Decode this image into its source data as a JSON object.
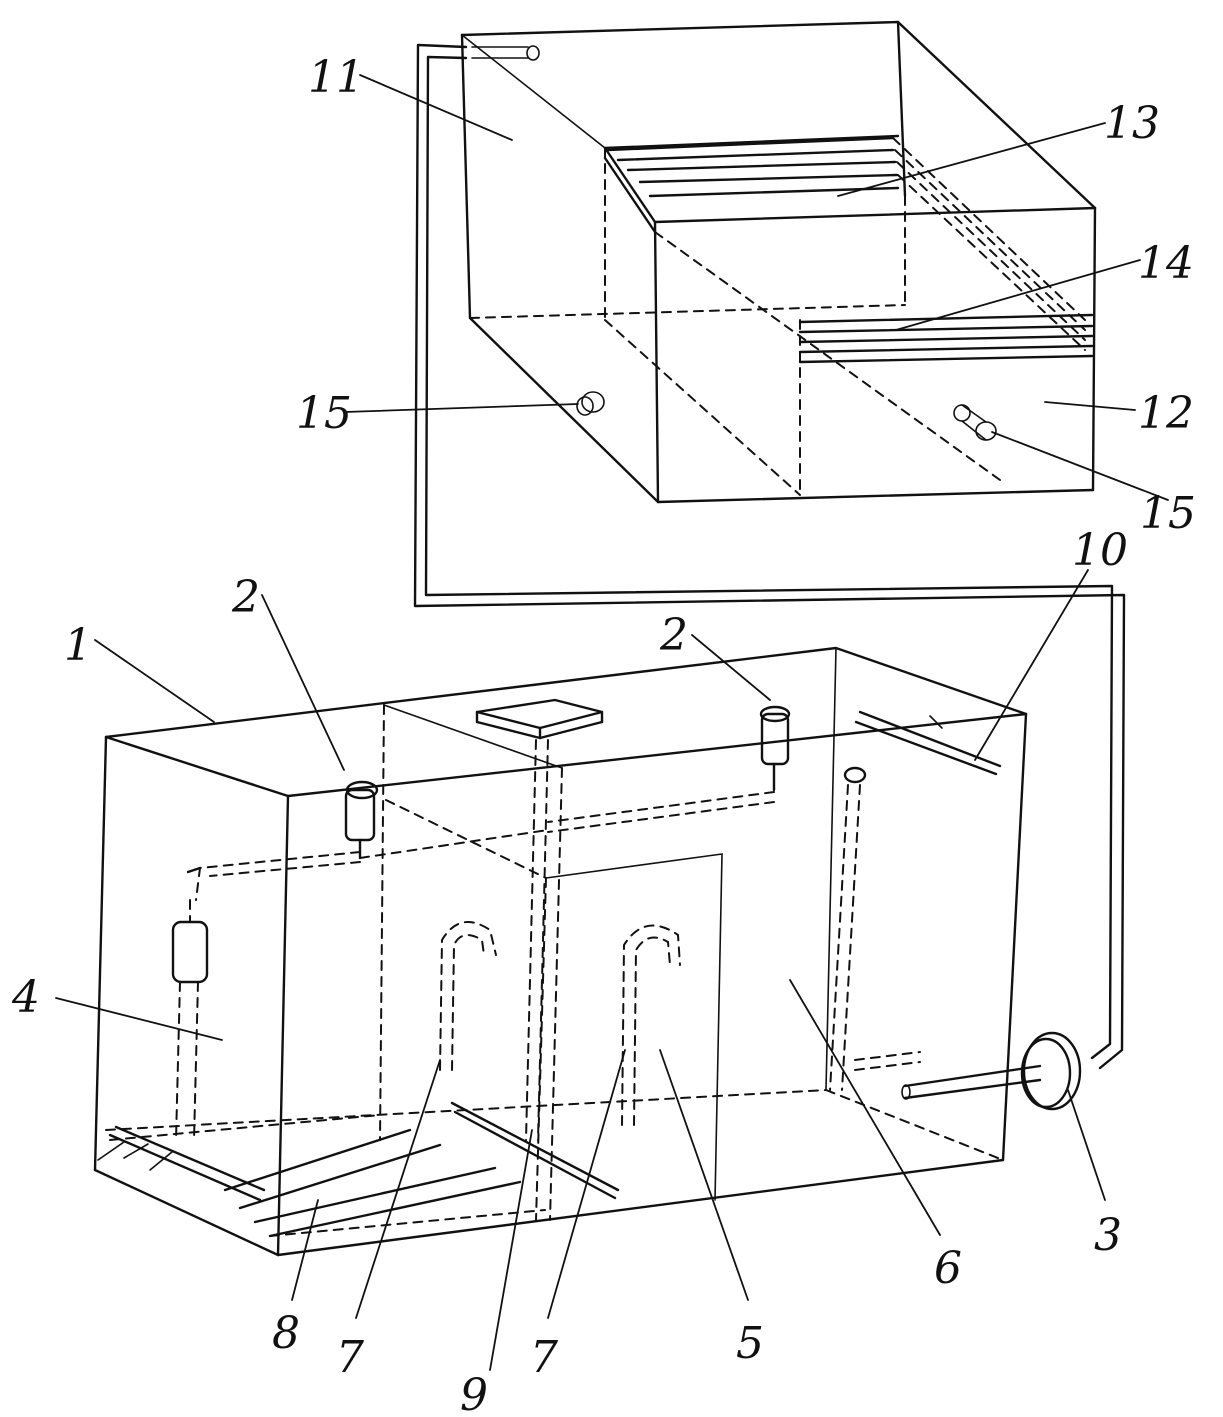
{
  "labels": {
    "l1": "1",
    "l2a": "2",
    "l2b": "2",
    "l3": "3",
    "l4": "4",
    "l5": "5",
    "l6": "6",
    "l7a": "7",
    "l7b": "7",
    "l8": "8",
    "l9": "9",
    "l10": "10",
    "l11": "11",
    "l12": "12",
    "l13": "13",
    "l14": "14",
    "l15a": "15",
    "l15b": "15"
  }
}
